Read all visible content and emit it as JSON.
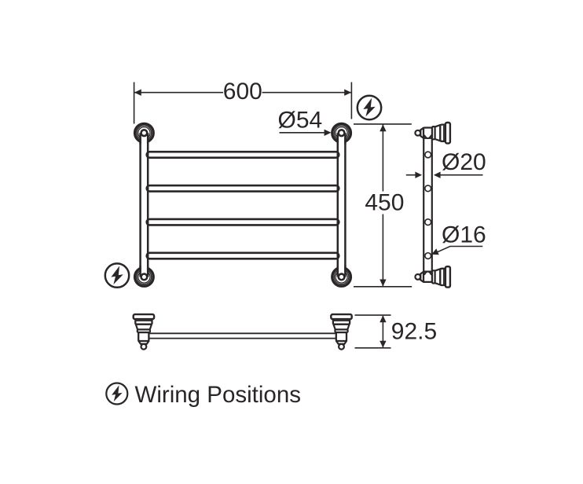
{
  "diagram": {
    "type": "technical-dimension-drawing",
    "subject": "heated towel rail (4-bar ladder) - front, side and plan views",
    "background_color": "#ffffff",
    "ink_color": "#2a2627",
    "dimensions": {
      "overall_width": "600",
      "overall_height": "450",
      "wall_depth": "92.5",
      "flange_diameter": "Ø54",
      "post_diameter": "Ø20",
      "bar_diameter": "Ø16"
    },
    "legend": {
      "icon": "wiring-position-icon",
      "label": "Wiring Positions"
    }
  }
}
